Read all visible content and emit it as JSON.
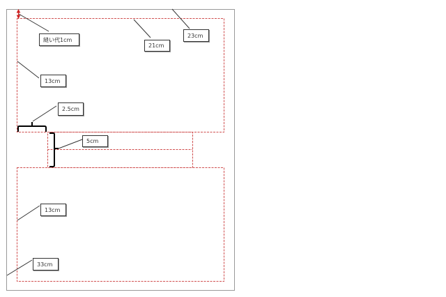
{
  "labels": {
    "seam_allowance": "縫い代1cm",
    "width_inner": "21cm",
    "width_outer": "23cm",
    "height_top": "13cm",
    "offset": "2.5cm",
    "strap": "5cm",
    "height_bottom": "13cm",
    "total_height": "33cm"
  },
  "colors": {
    "dashed": "#d05050",
    "frame": "#999999",
    "ink": "#000000"
  }
}
